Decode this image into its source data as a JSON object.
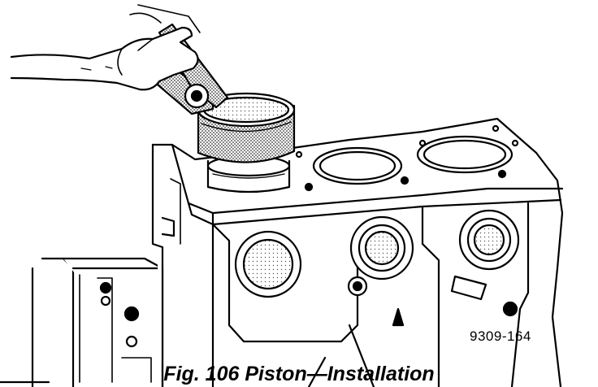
{
  "figure": {
    "ref_code": "9309-164",
    "caption": "Fig. 106 Piston—Installation",
    "colors": {
      "ink": "#000000",
      "paper": "#ffffff",
      "screen": "#6e6e6e"
    },
    "icons": [
      "hand",
      "ring-compressor",
      "piston",
      "engine-block",
      "cylinder-bore"
    ]
  }
}
